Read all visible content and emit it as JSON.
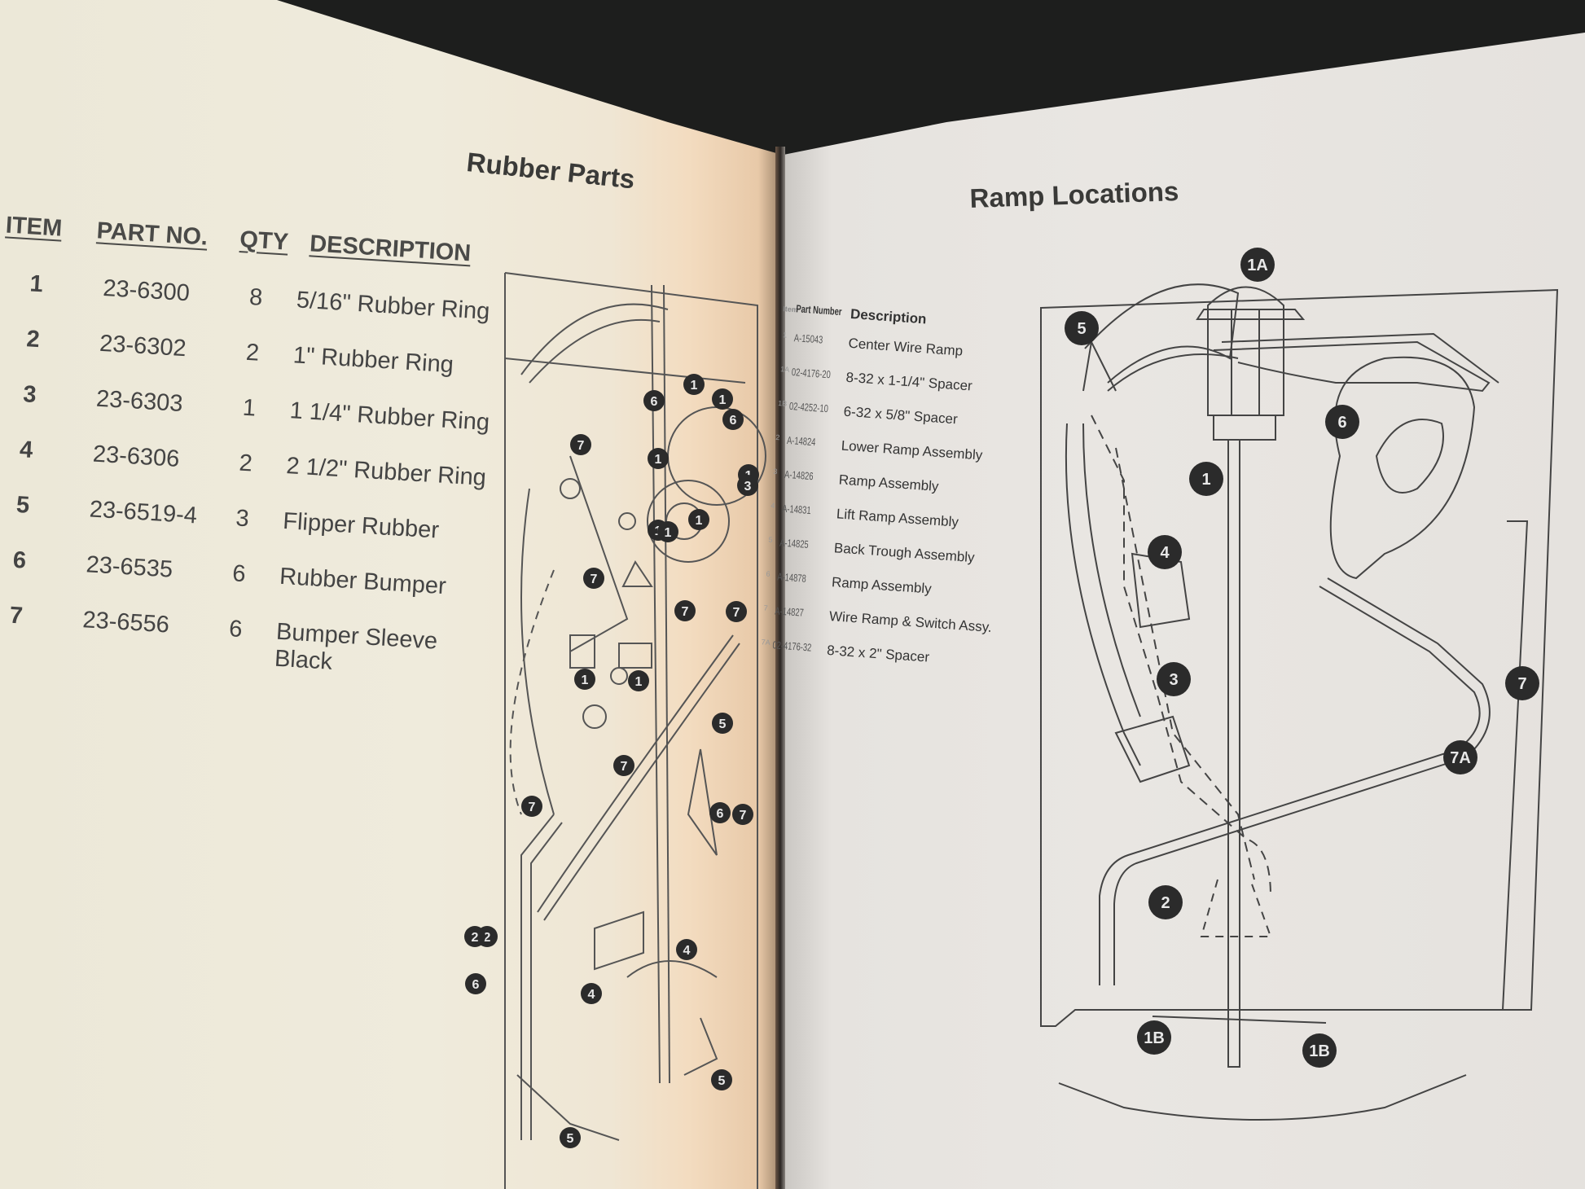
{
  "left_page": {
    "title": "Rubber Parts",
    "columns": [
      "ITEM",
      "PART NO.",
      "QTY",
      "DESCRIPTION"
    ],
    "rows": [
      {
        "item": "1",
        "part_no": "23-6300",
        "qty": "8",
        "description": "5/16\" Rubber Ring"
      },
      {
        "item": "2",
        "part_no": "23-6302",
        "qty": "2",
        "description": "1\" Rubber Ring"
      },
      {
        "item": "3",
        "part_no": "23-6303",
        "qty": "1",
        "description": "1 1/4\" Rubber Ring"
      },
      {
        "item": "4",
        "part_no": "23-6306",
        "qty": "2",
        "description": "2 1/2\" Rubber Ring"
      },
      {
        "item": "5",
        "part_no": "23-6519-4",
        "qty": "3",
        "description": "Flipper Rubber"
      },
      {
        "item": "6",
        "part_no": "23-6535",
        "qty": "6",
        "description": "Rubber Bumper"
      },
      {
        "item": "7",
        "part_no": "23-6556",
        "qty": "6",
        "description": "Bumper Sleeve Black"
      }
    ],
    "diagram_callouts": [
      "1",
      "1",
      "1",
      "1",
      "1",
      "1",
      "1",
      "1",
      "1",
      "2",
      "2",
      "3",
      "4",
      "4",
      "5",
      "5",
      "5",
      "6",
      "6",
      "6",
      "6",
      "7",
      "7",
      "7",
      "7",
      "7",
      "7",
      "7"
    ]
  },
  "right_page": {
    "title": "Ramp Locations",
    "columns": [
      "Item",
      "Part Number",
      "Description"
    ],
    "rows": [
      {
        "item": "1",
        "part_no": "A-15043",
        "description": "Center Wire Ramp"
      },
      {
        "item": "1A",
        "part_no": "02-4176-20",
        "description": "8-32 x 1-1/4\" Spacer"
      },
      {
        "item": "1B",
        "part_no": "02-4252-10",
        "description": "6-32 x 5/8\" Spacer"
      },
      {
        "item": "2",
        "part_no": "A-14824",
        "description": "Lower Ramp Assembly"
      },
      {
        "item": "3",
        "part_no": "A-14826",
        "description": "Ramp Assembly"
      },
      {
        "item": "4",
        "part_no": "A-14831",
        "description": "Lift Ramp Assembly"
      },
      {
        "item": "5",
        "part_no": "A-14825",
        "description": "Back Trough Assembly"
      },
      {
        "item": "6",
        "part_no": "A-14878",
        "description": "Ramp Assembly"
      },
      {
        "item": "7",
        "part_no": "A-14827",
        "description": "Wire Ramp & Switch Assy."
      },
      {
        "item": "7A",
        "part_no": "02-4176-32",
        "description": "8-32 x  2\"  Spacer"
      }
    ],
    "diagram_callouts": [
      "1A",
      "5",
      "6",
      "1",
      "4",
      "3",
      "7",
      "7A",
      "2",
      "1B",
      "1B"
    ]
  },
  "colors": {
    "ink": "#333333",
    "callout_fill": "#2b2b2b",
    "left_paper": "#eeeadb",
    "right_paper": "#e7e4e0",
    "background": "#1d1e1d"
  }
}
